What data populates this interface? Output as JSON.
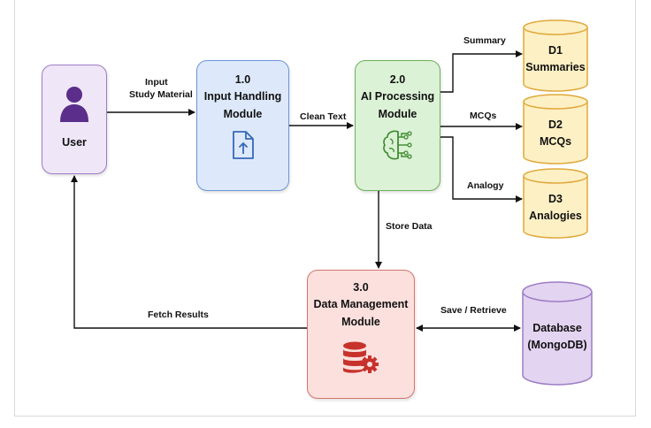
{
  "user": {
    "label": "User",
    "icon": "person-icon"
  },
  "module1": {
    "number": "1.0",
    "line1": "Input Handling",
    "line2": "Module",
    "icon": "file-upload-icon"
  },
  "module2": {
    "number": "2.0",
    "line1": "AI Processing",
    "line2": "Module",
    "icon": "ai-brain-icon"
  },
  "module3": {
    "number": "3.0",
    "line1": "Data Management",
    "line2": "Module",
    "icon": "database-gear-icon"
  },
  "stores": [
    {
      "id": "D1",
      "name": "Summaries"
    },
    {
      "id": "D2",
      "name": "MCQs"
    },
    {
      "id": "D3",
      "name": "Analogies"
    }
  ],
  "database": {
    "line1": "Database",
    "line2": "(MongoDB)"
  },
  "flows": {
    "input_line1": "Input",
    "input_line2": "Study Material",
    "clean_text": "Clean Text",
    "summary": "Summary",
    "mcqs": "MCQs",
    "analogy": "Analogy",
    "store_data": "Store Data",
    "save_retrieve": "Save / Retrieve",
    "fetch_results": "Fetch Results"
  },
  "colors": {
    "user_fill": "#efe6f8",
    "input_module_fill": "#dde9fb",
    "ai_module_fill": "#dcf2d6",
    "data_module_fill": "#fbe0dd",
    "store_fill": "#fdf0c4",
    "database_fill": "#e3d4f1"
  }
}
